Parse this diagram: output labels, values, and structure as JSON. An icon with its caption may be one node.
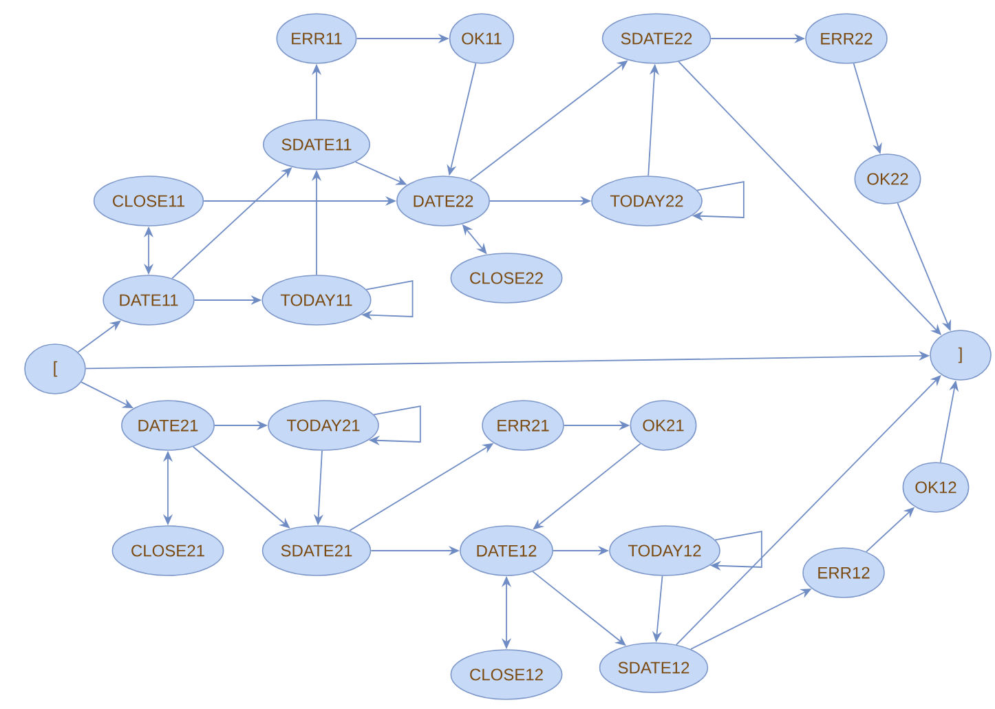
{
  "diagram": {
    "nodes": [
      {
        "text": [
          "ERR11"
        ]
      },
      {
        "text": [
          "OK11"
        ]
      },
      {
        "text": [
          "SDATE22"
        ]
      },
      {
        "text": [
          "ERR22"
        ]
      },
      {
        "text": [
          "SDATE11"
        ]
      },
      {
        "text": [
          "CLOSE11"
        ]
      },
      {
        "text": [
          "DATE22"
        ]
      },
      {
        "text": [
          "TODAY22"
        ]
      },
      {
        "text": [
          "OK22"
        ]
      },
      {
        "text": [
          "CLOSE22"
        ]
      },
      {
        "text": [
          "DATE11"
        ]
      },
      {
        "text": [
          "TODAY11"
        ]
      },
      {
        "text": [
          "["
        ]
      },
      {
        "text": [
          "]"
        ]
      },
      {
        "text": [
          "DATE21"
        ]
      },
      {
        "text": [
          "TODAY21"
        ]
      },
      {
        "text": [
          "ERR21"
        ]
      },
      {
        "text": [
          "OK21"
        ]
      },
      {
        "text": [
          "CLOSE21"
        ]
      },
      {
        "text": [
          "SDATE21"
        ]
      },
      {
        "text": [
          "DATE12"
        ]
      },
      {
        "text": [
          "TODAY12"
        ]
      },
      {
        "text": [
          "OK12"
        ]
      },
      {
        "text": [
          "ERR12"
        ]
      },
      {
        "text": [
          "SDATE12"
        ]
      },
      {
        "text": [
          "CLOSE12"
        ]
      }
    ],
    "edges": [
      {
        "from": 0,
        "to": 1,
        "arrow": "to"
      },
      {
        "from": 4,
        "to": 0,
        "arrow": "to"
      },
      {
        "from": 1,
        "to": 6,
        "arrow": "to"
      },
      {
        "from": 4,
        "to": 6,
        "arrow": "to"
      },
      {
        "from": 5,
        "to": 6,
        "arrow": "to"
      },
      {
        "from": 5,
        "to": 10,
        "arrow": "both"
      },
      {
        "from": 10,
        "to": 4,
        "arrow": "to"
      },
      {
        "from": 10,
        "to": 11,
        "arrow": "to"
      },
      {
        "from": 11,
        "to": 4,
        "arrow": "to"
      },
      {
        "from": 11,
        "to": 11,
        "arrow": "to"
      },
      {
        "from": 6,
        "to": 9,
        "arrow": "both"
      },
      {
        "from": 6,
        "to": 2,
        "arrow": "to"
      },
      {
        "from": 6,
        "to": 7,
        "arrow": "to"
      },
      {
        "from": 7,
        "to": 2,
        "arrow": "to"
      },
      {
        "from": 7,
        "to": 7,
        "arrow": "to"
      },
      {
        "from": 2,
        "to": 3,
        "arrow": "to"
      },
      {
        "from": 2,
        "to": 13,
        "arrow": "to"
      },
      {
        "from": 3,
        "to": 8,
        "arrow": "to"
      },
      {
        "from": 8,
        "to": 13,
        "arrow": "to"
      },
      {
        "from": 12,
        "to": 10,
        "arrow": "to"
      },
      {
        "from": 12,
        "to": 13,
        "arrow": "to"
      },
      {
        "from": 12,
        "to": 14,
        "arrow": "to"
      },
      {
        "from": 14,
        "to": 15,
        "arrow": "to"
      },
      {
        "from": 15,
        "to": 15,
        "arrow": "to"
      },
      {
        "from": 14,
        "to": 18,
        "arrow": "both"
      },
      {
        "from": 14,
        "to": 19,
        "arrow": "to"
      },
      {
        "from": 15,
        "to": 19,
        "arrow": "to"
      },
      {
        "from": 19,
        "to": 16,
        "arrow": "to"
      },
      {
        "from": 19,
        "to": 20,
        "arrow": "to"
      },
      {
        "from": 16,
        "to": 17,
        "arrow": "to"
      },
      {
        "from": 17,
        "to": 20,
        "arrow": "to"
      },
      {
        "from": 20,
        "to": 21,
        "arrow": "to"
      },
      {
        "from": 20,
        "to": 25,
        "arrow": "both"
      },
      {
        "from": 20,
        "to": 24,
        "arrow": "to"
      },
      {
        "from": 21,
        "to": 24,
        "arrow": "to"
      },
      {
        "from": 21,
        "to": 21,
        "arrow": "to"
      },
      {
        "from": 24,
        "to": 23,
        "arrow": "to"
      },
      {
        "from": 24,
        "to": 13,
        "arrow": "to"
      },
      {
        "from": 23,
        "to": 22,
        "arrow": "to"
      },
      {
        "from": 22,
        "to": 13,
        "arrow": "to"
      }
    ]
  }
}
